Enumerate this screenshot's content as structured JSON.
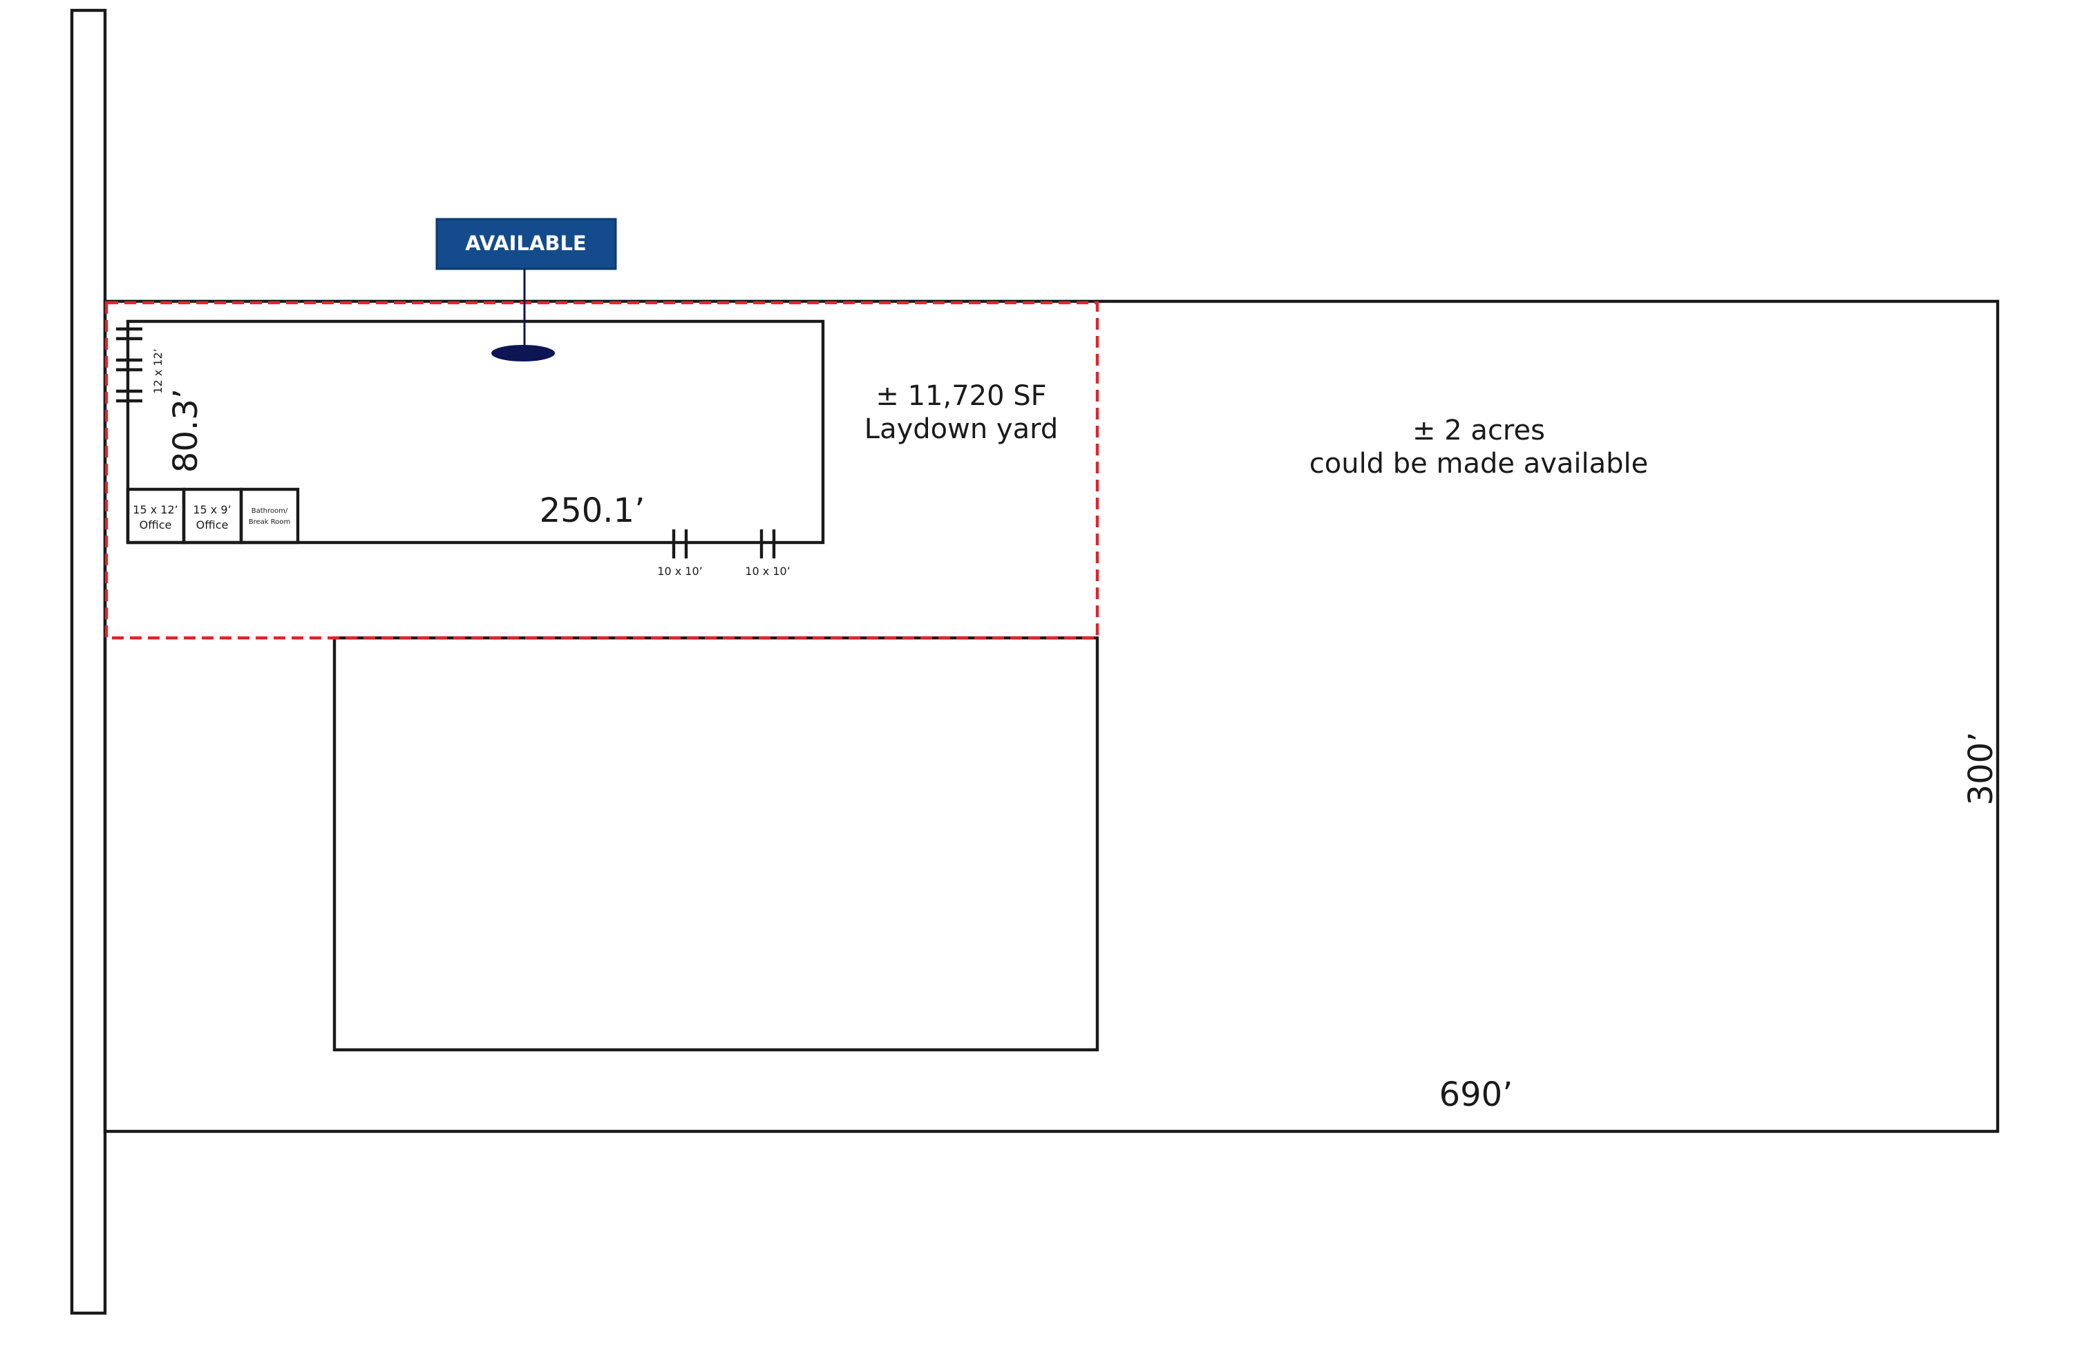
{
  "marker": {
    "label": "AVAILABLE",
    "color": "#134b8c",
    "pin_color": "#0d1553"
  },
  "laydown_yard": {
    "area": "± 11,720 SF",
    "label": "Laydown yard",
    "border_color": "#e0242b"
  },
  "expansion": {
    "area": "± 2 acres",
    "label": "could be made available"
  },
  "building": {
    "width_dim": "250.1’",
    "depth_dim": "80.3’",
    "side_doors_label": "12 x 12’",
    "rooms": [
      {
        "line1": "15 x 12’",
        "line2": "Office"
      },
      {
        "line1": "15 x 9’",
        "line2": "Office"
      },
      {
        "line1": "Bathroom/",
        "line2": "Break Room"
      }
    ],
    "doors": [
      {
        "label": "10 x 10’"
      },
      {
        "label": "10 x 10’"
      }
    ]
  },
  "site": {
    "length_dim": "690’",
    "depth_dim": "300’"
  }
}
